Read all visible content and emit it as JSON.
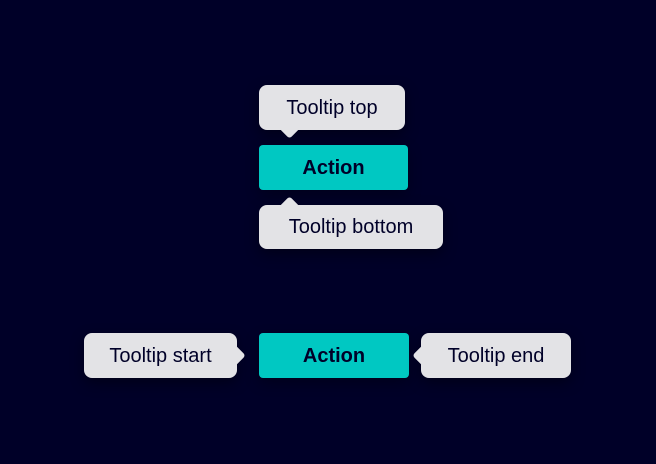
{
  "colors": {
    "background": "#000028",
    "tooltip_background": "#E3E3E6",
    "accent": "#00C8C2",
    "text_on_tooltip": "#000028",
    "text_on_accent": "#000028"
  },
  "vertical_example": {
    "tooltip_top_label": "Tooltip top",
    "action_label": "Action",
    "tooltip_bottom_label": "Tooltip bottom"
  },
  "horizontal_example": {
    "tooltip_start_label": "Tooltip start",
    "action_label": "Action",
    "tooltip_end_label": "Tooltip end"
  }
}
